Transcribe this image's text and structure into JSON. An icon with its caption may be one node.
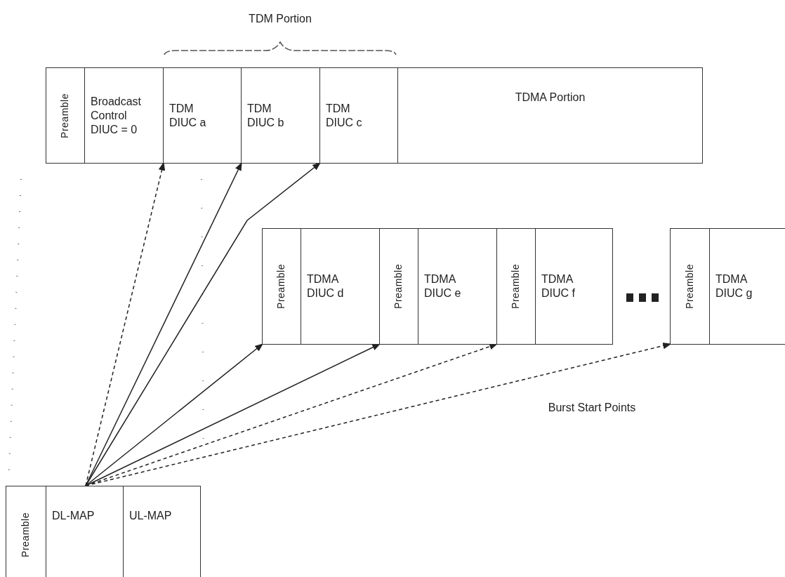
{
  "diagram": {
    "nodes": [
      {
        "text": [
          "Preamble"
        ]
      },
      {
        "text": [
          "Broadcast Control DIUC = 0"
        ]
      },
      {
        "text": [
          "TDM DIUC a"
        ]
      },
      {
        "text": [
          "TDM DIUC b"
        ]
      },
      {
        "text": [
          "TDM DIUC c"
        ]
      },
      {
        "text": [
          "TDMA Portion"
        ]
      },
      {
        "text": [
          "Preamble"
        ]
      },
      {
        "text": [
          "TDMA DIUC d"
        ]
      },
      {
        "text": [
          "Preamble"
        ]
      },
      {
        "text": [
          "TDMA DIUC e"
        ]
      },
      {
        "text": [
          "Preamble"
        ]
      },
      {
        "text": [
          "TDMA DIUC f"
        ]
      },
      {
        "text": [
          "Preamble"
        ]
      },
      {
        "text": [
          "TDMA DIUC g"
        ]
      },
      {
        "text": [
          "Preamble"
        ]
      },
      {
        "text": [
          "DL-MAP"
        ]
      },
      {
        "text": [
          "UL-MAP"
        ]
      }
    ],
    "edges": [
      {
        "from": 15,
        "to": 2,
        "arrow": "to",
        "style": "dashed"
      },
      {
        "from": 15,
        "to": 3,
        "arrow": "to"
      },
      {
        "from": 15,
        "to": 4,
        "arrow": "to"
      },
      {
        "from": 15,
        "to": 6,
        "arrow": "to"
      },
      {
        "from": 15,
        "to": 8,
        "arrow": "to"
      },
      {
        "from": 15,
        "to": 10,
        "arrow": "to",
        "style": "dashed"
      },
      {
        "from": 15,
        "to": 12,
        "arrow": "to",
        "style": "dashed"
      }
    ],
    "labels": [
      "TDM Portion",
      "Burst Start Points"
    ]
  }
}
